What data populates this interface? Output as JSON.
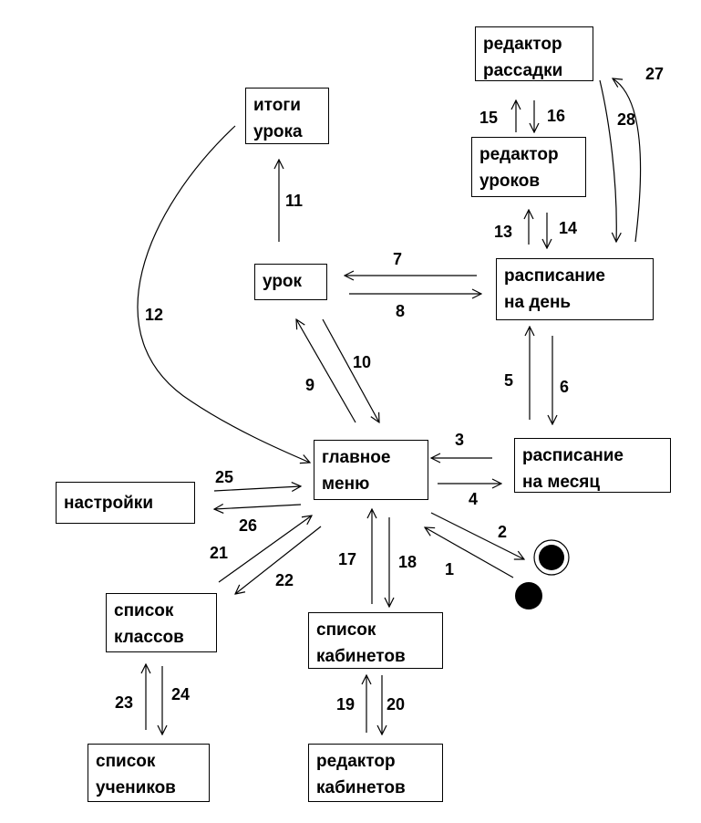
{
  "nodes": {
    "seating_editor": [
      "редактор",
      "рассадки"
    ],
    "lesson_results": [
      "итоги",
      "урока"
    ],
    "lessons_editor": [
      "редактор",
      "уроков"
    ],
    "lesson": [
      "урок"
    ],
    "day_schedule": [
      "расписание",
      "на день"
    ],
    "main_menu": [
      "главное",
      "меню"
    ],
    "month_schedule": [
      "расписание",
      "на месяц"
    ],
    "settings": [
      "настройки"
    ],
    "class_list": [
      "список",
      "классов"
    ],
    "room_list": [
      "список",
      "кабинетов"
    ],
    "student_list": [
      "список",
      "учеников"
    ],
    "room_editor": [
      "редактор",
      "кабинетов"
    ]
  },
  "edges": {
    "e1": "1",
    "e2": "2",
    "e3": "3",
    "e4": "4",
    "e5": "5",
    "e6": "6",
    "e7": "7",
    "e8": "8",
    "e9": "9",
    "e10": "10",
    "e11": "11",
    "e12": "12",
    "e13": "13",
    "e14": "14",
    "e15": "15",
    "e16": "16",
    "e17": "17",
    "e18": "18",
    "e19": "19",
    "e20": "20",
    "e21": "21",
    "e22": "22",
    "e23": "23",
    "e24": "24",
    "e25": "25",
    "e26": "26",
    "e27": "27",
    "e28": "28"
  }
}
